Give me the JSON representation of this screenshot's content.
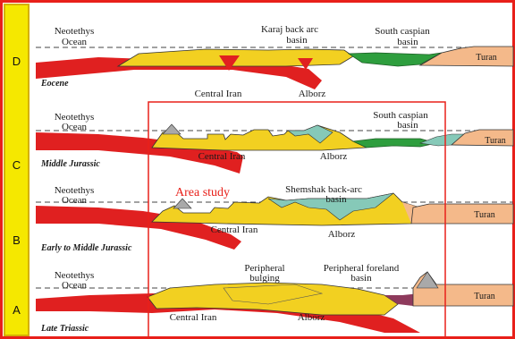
{
  "stages": [
    {
      "letter": "D",
      "era": "Eocene",
      "ocean": [
        "Neotethys",
        "Ocean"
      ],
      "labels": {
        "karaj": [
          "Karaj back arc",
          "basin"
        ],
        "caspian": [
          "South caspian",
          "basin"
        ],
        "central_iran": "Central Iran",
        "alborz": "Alborz",
        "turan": "Turan"
      }
    },
    {
      "letter": "C",
      "era": "Middle Jurassic",
      "ocean": [
        "Neotethys",
        "Ocean"
      ],
      "labels": {
        "caspian": [
          "South caspian",
          "basin"
        ],
        "central_iran": "Central Iran",
        "alborz": "Alborz",
        "turan": "Turan"
      }
    },
    {
      "letter": "B",
      "era": "Early to Middle Jurassic",
      "ocean": [
        "Neotethys",
        "Ocean"
      ],
      "labels": {
        "shemshak": [
          "Shemshak back-arc",
          "basin"
        ],
        "central_iran": "Central Iran",
        "alborz": "Alborz",
        "turan": "Turan"
      }
    },
    {
      "letter": "A",
      "era": "Late Triassic",
      "ocean": [
        "Neotethys",
        "Ocean"
      ],
      "labels": {
        "peripheral_bulging": [
          "Peripheral",
          "bulging"
        ],
        "peripheral_foreland": [
          "Peripheral foreland",
          "basin"
        ],
        "central_iran": "Central Iran",
        "alborz": "Alborz",
        "turan": "Turan"
      }
    }
  ],
  "highlight": {
    "label": "Area study"
  },
  "colors": {
    "sidebar": "#f5e800",
    "outer_border": "#e8201a",
    "slab": "#e02020",
    "yellow": "#f2d021",
    "green": "#2e9e3e",
    "teal": "#86c9b8",
    "turan": "#f4b98a",
    "grey": "#a9a9a9"
  }
}
